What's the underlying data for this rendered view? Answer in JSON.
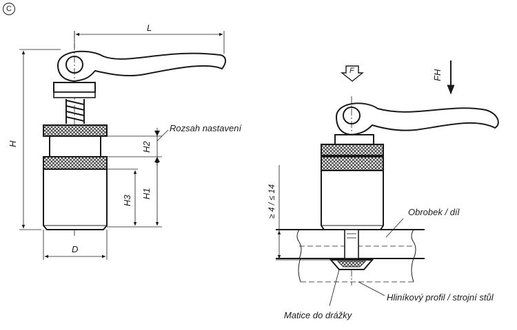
{
  "variant_mark": "C",
  "dimensions": {
    "L": "L",
    "H": "H",
    "H1": "H1",
    "H2": "H2",
    "H3": "H3",
    "D": "D",
    "clamp_range": "≥ 4 / ≤ 14"
  },
  "forces": {
    "F": "F",
    "FH": "FH"
  },
  "labels": {
    "adjustment_range": "Rozsah nastavení",
    "workpiece": "Obrobek / díl",
    "profile_table": "Hliníkový profil / strojní stůl",
    "slot_nut": "Matice do drážky"
  },
  "colors": {
    "line": "#1a1a1a",
    "body_fill": "#ffffff",
    "knurl": "#4a4a4a"
  }
}
